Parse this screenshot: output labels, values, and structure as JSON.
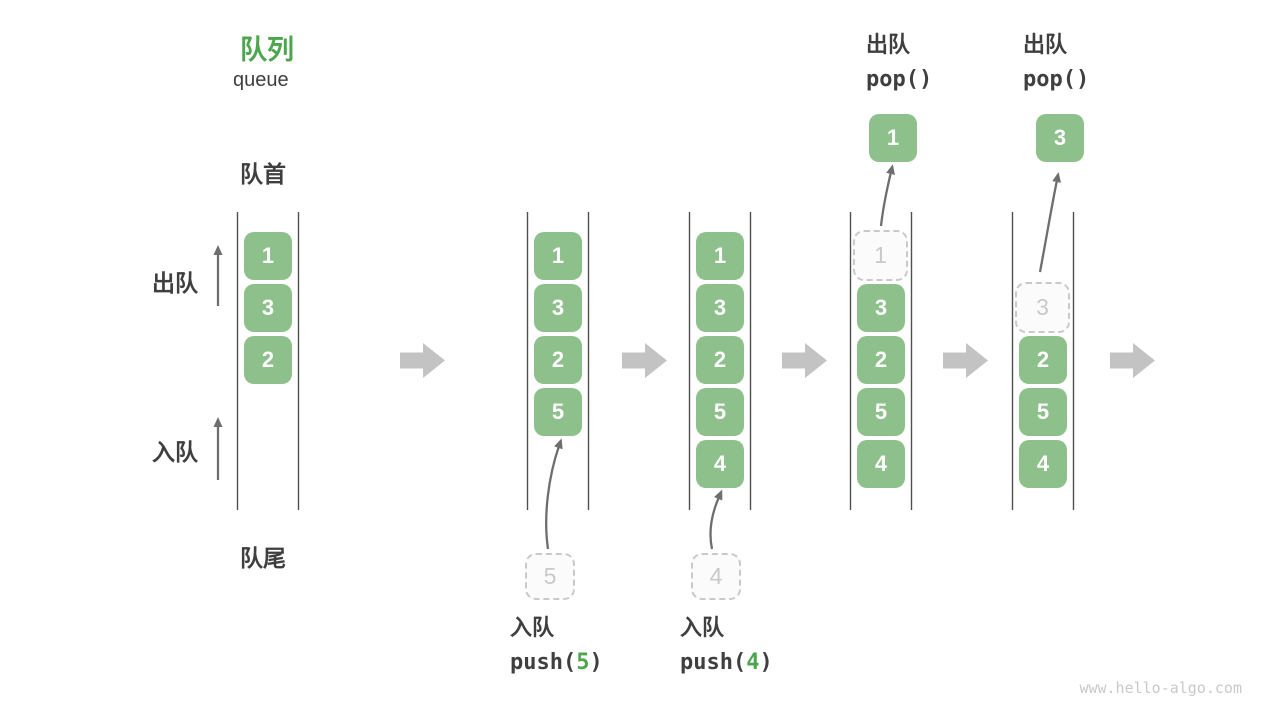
{
  "header": {
    "title_zh": "队列",
    "title_en": "queue"
  },
  "labels": {
    "front": "队首",
    "rear": "队尾",
    "dequeue_side": "出队",
    "enqueue_side": "入队"
  },
  "states": [
    {
      "cells": [
        {
          "row": 0,
          "value": "1",
          "variant": "solid"
        },
        {
          "row": 1,
          "value": "3",
          "variant": "solid"
        },
        {
          "row": 2,
          "value": "2",
          "variant": "solid"
        }
      ]
    },
    {
      "cells": [
        {
          "row": 0,
          "value": "1",
          "variant": "solid"
        },
        {
          "row": 1,
          "value": "3",
          "variant": "solid"
        },
        {
          "row": 2,
          "value": "2",
          "variant": "solid"
        },
        {
          "row": 3,
          "value": "5",
          "variant": "solid"
        }
      ],
      "incoming": {
        "value": "5"
      },
      "op": {
        "label": "入队",
        "fn": "push(",
        "arg": "5",
        "close": ")"
      }
    },
    {
      "cells": [
        {
          "row": 0,
          "value": "1",
          "variant": "solid"
        },
        {
          "row": 1,
          "value": "3",
          "variant": "solid"
        },
        {
          "row": 2,
          "value": "2",
          "variant": "solid"
        },
        {
          "row": 3,
          "value": "5",
          "variant": "solid"
        },
        {
          "row": 4,
          "value": "4",
          "variant": "solid"
        }
      ],
      "incoming": {
        "value": "4"
      },
      "op": {
        "label": "入队",
        "fn": "push(",
        "arg": "4",
        "close": ")"
      }
    },
    {
      "cells": [
        {
          "row": 0,
          "value": "1",
          "variant": "ghost"
        },
        {
          "row": 1,
          "value": "3",
          "variant": "solid"
        },
        {
          "row": 2,
          "value": "2",
          "variant": "solid"
        },
        {
          "row": 3,
          "value": "5",
          "variant": "solid"
        },
        {
          "row": 4,
          "value": "4",
          "variant": "solid"
        }
      ],
      "popped": {
        "value": "1"
      },
      "op": {
        "label": "出队",
        "fn": "pop(",
        "arg": "",
        "close": ")"
      }
    },
    {
      "cells": [
        {
          "row": 1,
          "value": "3",
          "variant": "ghost"
        },
        {
          "row": 2,
          "value": "2",
          "variant": "solid"
        },
        {
          "row": 3,
          "value": "5",
          "variant": "solid"
        },
        {
          "row": 4,
          "value": "4",
          "variant": "solid"
        }
      ],
      "popped": {
        "value": "3"
      },
      "op": {
        "label": "出队",
        "fn": "pop(",
        "arg": "",
        "close": ")"
      }
    }
  ],
  "footer": {
    "watermark": "www.hello-algo.com"
  },
  "colors": {
    "green_box": "#8DC08A",
    "title_green": "#4DA64D",
    "accent_green": "#4DA64D",
    "dark_text": "#3F3F3F",
    "thin_arrow": "#6E6E6E",
    "block_arrow": "#C3C3C3",
    "dashed_gray": "#C9C9C9",
    "ghost_bg": "#FBFBFB",
    "line_gray": "#4F4F4F",
    "watermark_gray": "#C9C9C9"
  }
}
